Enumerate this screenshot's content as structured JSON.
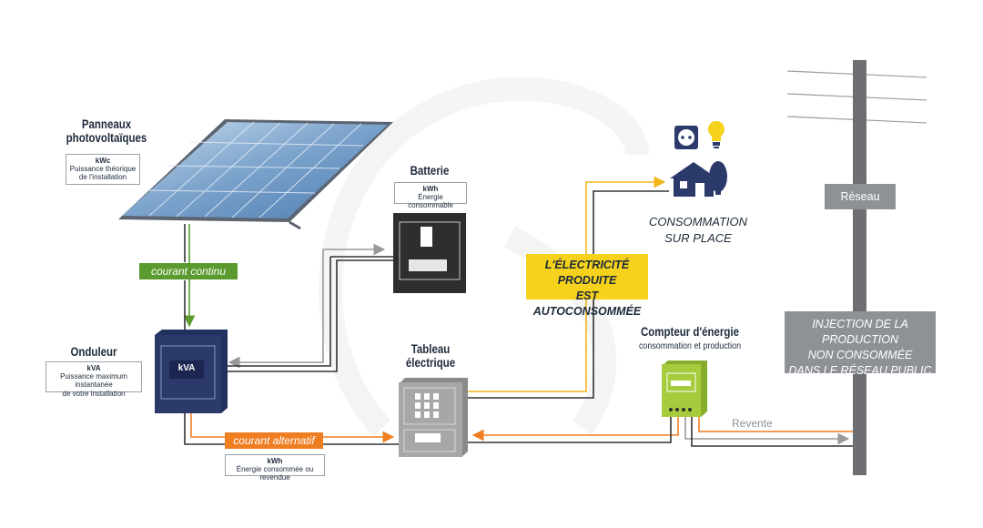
{
  "panels": {
    "title_line1": "Panneaux",
    "title_line2": "photovoltaïques",
    "unit": "kWc",
    "desc_line1": "Puissance théorique",
    "desc_line2": "de l'installation"
  },
  "battery": {
    "title": "Batterie",
    "unit": "kWh",
    "desc": "Énergie consommable"
  },
  "inverter": {
    "title": "Onduleur",
    "screen": "kVA",
    "unit": "kVA",
    "desc_line1": "Puissance maximum instantanée",
    "desc_line2": "de votre installation"
  },
  "panel_board": {
    "title_line1": "Tableau",
    "title_line2": "électrique"
  },
  "meter": {
    "title": "Compteur d'énergie",
    "subtitle": "consommation et production"
  },
  "consumption": {
    "line1": "CONSOMMATION",
    "line2": "SUR PLACE"
  },
  "self_consumed": {
    "line1": "L'ÉLECTRICITÉ PRODUITE",
    "line2": "EST AUTOCONSOMMÉE"
  },
  "network": {
    "label": "Réseau"
  },
  "injection": {
    "line1": "INJECTION DE LA PRODUCTION",
    "line2": "NON CONSOMMÉE",
    "line3": "DANS LE RÉSEAU PUBLIC"
  },
  "flows": {
    "dc": "courant continu",
    "ac": "courant alternatif",
    "resale": "Revente"
  },
  "energy_box": {
    "unit": "kWh",
    "desc": "Énergie consommée ou revendue"
  },
  "colors": {
    "navy": "#2b3a6b",
    "green": "#5a9a2e",
    "orange": "#ef7d22",
    "yellow": "#f6d21c",
    "grey": "#8e9196",
    "dark": "#2e2e2e",
    "lime": "#9bc43a"
  }
}
